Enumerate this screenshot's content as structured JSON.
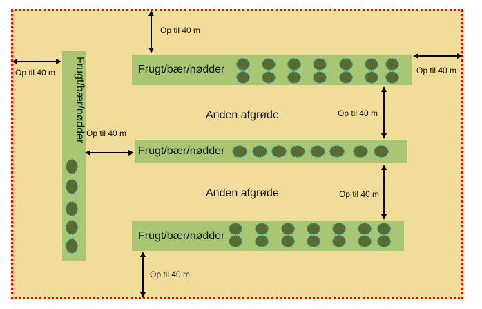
{
  "diagram": {
    "rows": [
      {
        "label": "Frugt/bær/nødder",
        "plant_style": "double",
        "plant_count": 7
      },
      {
        "label": "Frugt/bær/nødder",
        "plant_style": "single",
        "plant_count": 8
      },
      {
        "label": "Frugt/bær/nødder",
        "plant_style": "double",
        "plant_count": 7
      }
    ],
    "vertical_row": {
      "label": "Frugt/bær/nødder",
      "plant_count": 5
    },
    "crop_labels": [
      "Anden afgrøde",
      "Anden afgrøde"
    ],
    "distance_labels": {
      "top": "Op til 40 m",
      "left_edge": "Op til 40 m",
      "right_edge": "Op til 40 m",
      "between_vertical_and_middle": "Op til 40 m",
      "between_row1_row2": "Op til 40 m",
      "between_row2_row3": "Op til 40 m",
      "bottom": "Op til 40 m"
    },
    "colors": {
      "field": "#f1dc9a",
      "strip": "#a9c673",
      "border": "#ff0000",
      "plant_fill": "#5a6b2c",
      "plant_outline": "#1f8a9a",
      "arrow": "#000000"
    }
  }
}
